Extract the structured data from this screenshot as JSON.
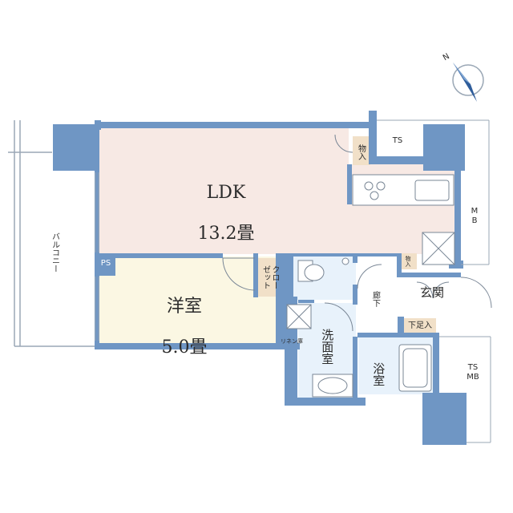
{
  "rooms": {
    "ldk": {
      "name": "LDK",
      "size": "13.2畳"
    },
    "western": {
      "name": "洋室",
      "size": "5.0畳"
    },
    "closet": "クロー\nゼット",
    "storage_top": "物入",
    "storage_hall": "物入",
    "entrance": "玄関",
    "shoe_box": "下足入",
    "hallway": "廊下",
    "washroom": "洗面室",
    "bathroom": "浴室",
    "ps": "PS",
    "linen": "リネン庫",
    "balcony": "バルコニー",
    "ts_top": "TS",
    "mb": "M\nB",
    "ts_mb": "TS\nMB"
  },
  "compass": {
    "label": "N"
  },
  "colors": {
    "wall": "#6f96c4",
    "ldk_floor": "#f7e9e4",
    "western_floor": "#fbf7e3",
    "wet_floor": "#e8f2fb",
    "closet_floor": "#f1e0c8"
  }
}
